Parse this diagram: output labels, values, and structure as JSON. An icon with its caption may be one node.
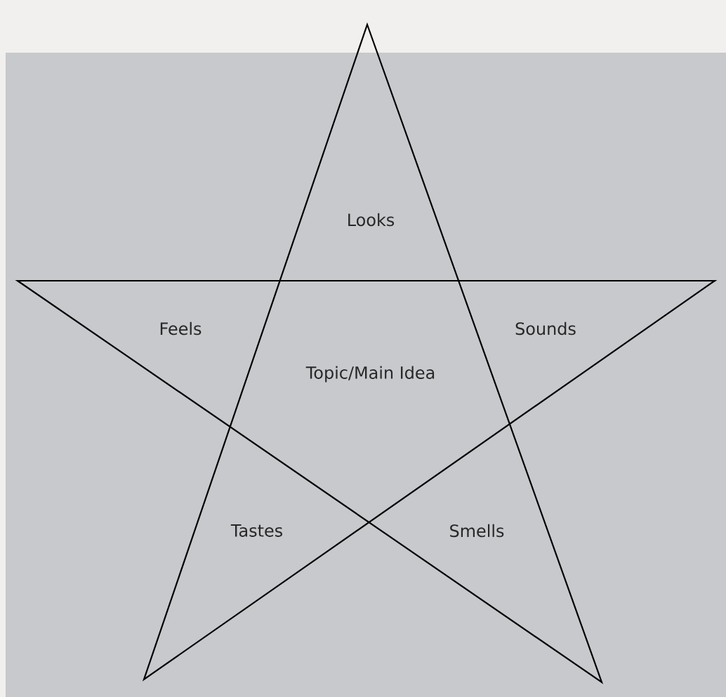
{
  "diagram": {
    "labels": [
      "Looks",
      "Feels",
      "Sounds",
      "Topic/Main Idea",
      "Tastes",
      "Smells"
    ]
  }
}
